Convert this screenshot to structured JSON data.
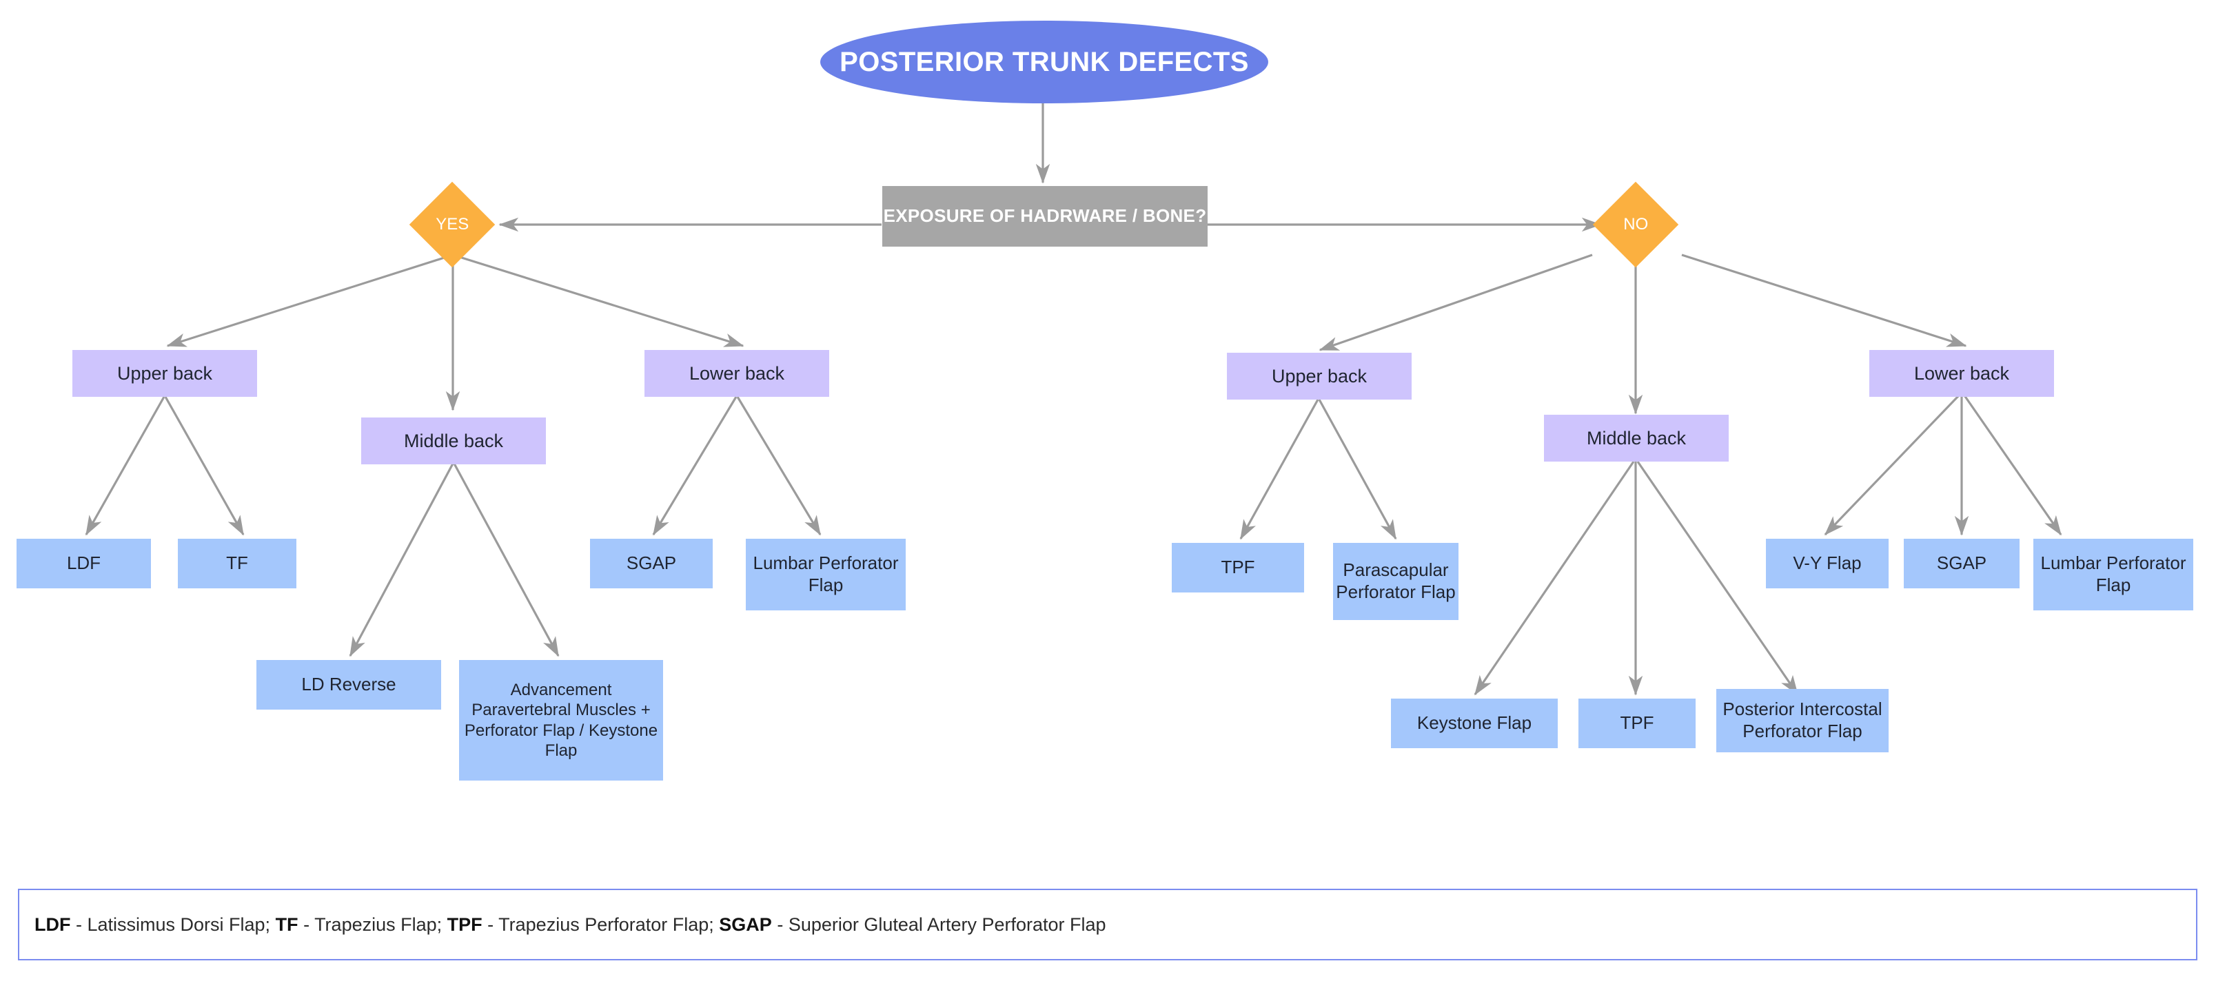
{
  "diagram": {
    "title": "POSTERIOR TRUNK DEFECTS",
    "decision": "EXPOSURE OF HADRWARE / BONE?",
    "branch_yes": "YES",
    "branch_no": "NO",
    "colors": {
      "root_fill": "#6a80e8",
      "decision_fill": "#a6a6a6",
      "diamond_fill": "#fbb040",
      "region_fill": "#cec4fd",
      "leaf_fill": "#a4c7fc",
      "edge_stroke": "#9b9b9b",
      "legend_border": "#7b8cf0"
    },
    "yes_branch": {
      "regions": [
        {
          "label": "Upper back"
        },
        {
          "label": "Middle back"
        },
        {
          "label": "Lower back"
        }
      ],
      "upper_back_options": [
        {
          "label": "LDF"
        },
        {
          "label": "TF"
        }
      ],
      "middle_back_options": [
        {
          "label": "LD Reverse"
        },
        {
          "label": "Advancement Paravertebral Muscles + Perforator Flap / Keystone Flap"
        }
      ],
      "lower_back_options": [
        {
          "label": "SGAP"
        },
        {
          "label": "Lumbar Perforator Flap"
        }
      ]
    },
    "no_branch": {
      "regions": [
        {
          "label": "Upper back"
        },
        {
          "label": "Middle back"
        },
        {
          "label": "Lower back"
        }
      ],
      "upper_back_options": [
        {
          "label": "TPF"
        },
        {
          "label": "Parascapular Perforator Flap"
        }
      ],
      "middle_back_options": [
        {
          "label": "Keystone Flap"
        },
        {
          "label": "TPF"
        },
        {
          "label": "Posterior Intercostal Perforator Flap"
        }
      ],
      "lower_back_options": [
        {
          "label": "V-Y Flap"
        },
        {
          "label": "SGAP"
        },
        {
          "label": "Lumbar Perforator Flap"
        }
      ]
    },
    "legend": {
      "abbr1": "LDF",
      "def1": " - Latissimus Dorsi Flap; ",
      "abbr2": "TF",
      "def2": " - Trapezius Flap; ",
      "abbr3": "TPF",
      "def3": " - Trapezius Perforator Flap; ",
      "abbr4": "SGAP",
      "def4": " - Superior Gluteal Artery Perforator Flap"
    }
  }
}
